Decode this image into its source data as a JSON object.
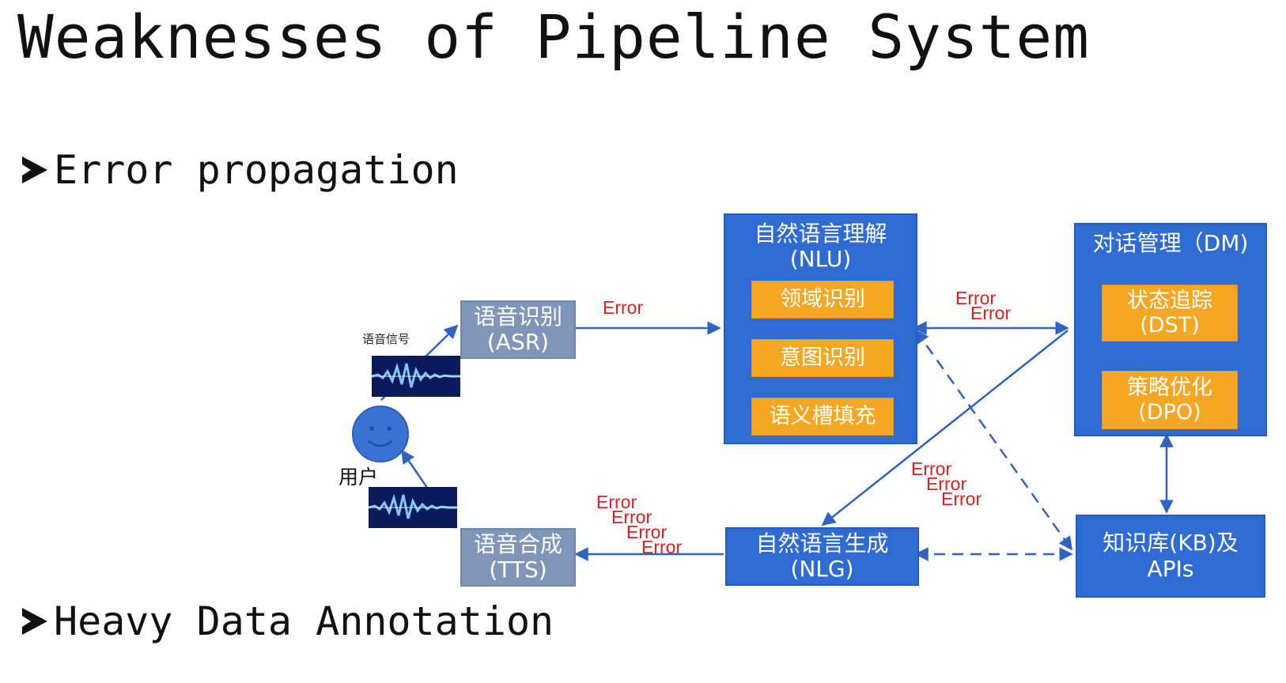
{
  "title": "Weaknesses of Pipeline System",
  "bullets": [
    "Error propagation",
    "Heavy Data Annotation"
  ],
  "diagram": {
    "asr": {
      "line1": "语音识别",
      "line2": "(ASR)"
    },
    "tts": {
      "line1": "语音合成",
      "line2": "(TTS)"
    },
    "nlu": {
      "line1": "自然语言理解",
      "line2": "(NLU)",
      "steps": [
        "领域识别",
        "意图识别",
        "语义槽填充"
      ]
    },
    "dm": {
      "title": "对话管理（DM)",
      "dst": {
        "line1": "状态追踪",
        "line2": "(DST)"
      },
      "dpo": {
        "line1": "策略优化",
        "line2": "(DPO)"
      }
    },
    "nlg": {
      "line1": "自然语言生成",
      "line2": "(NLG)"
    },
    "kb": {
      "line1": "知识库(KB)及",
      "line2": "APIs"
    },
    "user_label": "用户",
    "signal_label": "语音信号",
    "error_label": "Error",
    "colors": {
      "blue_box": "#2e6bd2",
      "grey_box": "#7f96b8",
      "orange_box": "#f5a623",
      "error_text": "#e01e1e",
      "arrow": "#2f63c2"
    }
  }
}
